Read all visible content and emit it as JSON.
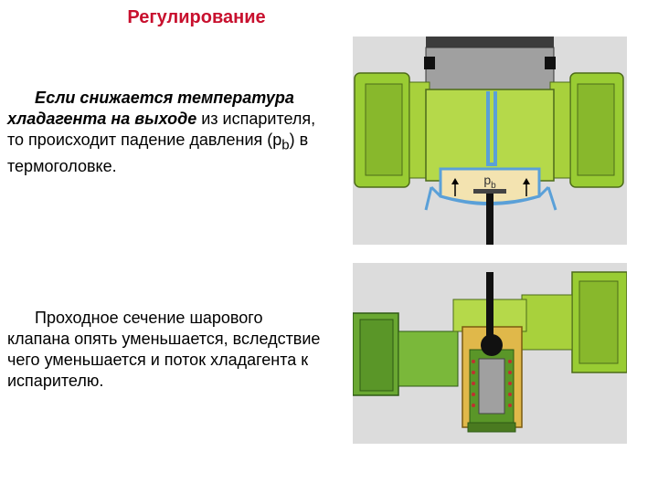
{
  "title": "Регулирование",
  "para1": {
    "bold_1": "Если снижается температура",
    "bold_2": "хладагента на выходе",
    "normal_1": " из испарителя, то происходит падение давления (p",
    "subscript": "b",
    "normal_2": ") в термоголовке."
  },
  "para2": {
    "text": "Проходное сечение шарового клапана опять уменьшается, вследствие чего уменьшается и поток хладагента к испарителю."
  },
  "diagram_top": {
    "label": "p",
    "label_sub": "b"
  }
}
